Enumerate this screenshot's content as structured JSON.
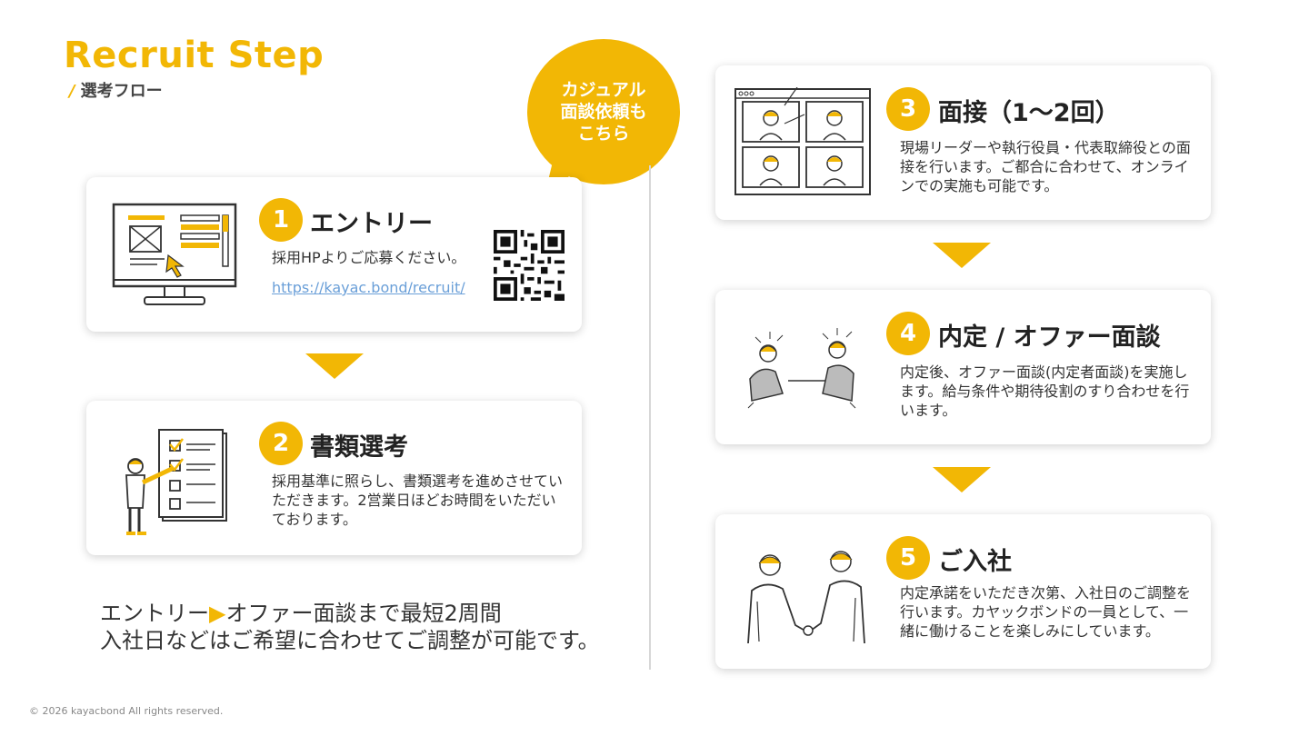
{
  "header": {
    "title": "Recruit Step",
    "slash": "/",
    "subtitle": "選考フロー"
  },
  "bubble": {
    "line1": "カジュアル",
    "line2": "面談依頼も",
    "line3": "こちら"
  },
  "colors": {
    "accent": "#F2B705",
    "link": "#6a9fd8"
  },
  "steps": [
    {
      "num": "1",
      "title": "エントリー",
      "desc": "採用HPよりご応募ください。",
      "link": "https://kayac.bond/recruit/",
      "icon": "web-form-icon"
    },
    {
      "num": "2",
      "title": "書類選考",
      "desc": "採用基準に照らし、書類選考を進めさせていただきます。2営業日ほどお時間をいただいております。",
      "icon": "checklist-person-icon"
    },
    {
      "num": "3",
      "title": "面接（1〜2回）",
      "desc": "現場リーダーや執行役員・代表取締役との面接を行います。ご都合に合わせて、オンラインでの実施も可能です。",
      "icon": "video-call-icon"
    },
    {
      "num": "4",
      "title": "内定 / オファー面談",
      "desc": "内定後、オファー面談(内定者面談)を実施します。給与条件や期待役割のすり合わせを行います。",
      "icon": "meeting-icon"
    },
    {
      "num": "5",
      "title": "ご入社",
      "desc": "内定承諾をいただき次第、入社日のご調整を行います。カヤックボンドの一員として、一緒に働けることを楽しみにしています。",
      "icon": "handshake-icon"
    }
  ],
  "summary": {
    "part1": "エントリー",
    "tri": "▶",
    "part2": "オファー面談まで最短2周間",
    "line2": "入社日などはご希望に合わせてご調整が可能です。"
  },
  "footer": "© 2026 kayacbond All rights reserved."
}
